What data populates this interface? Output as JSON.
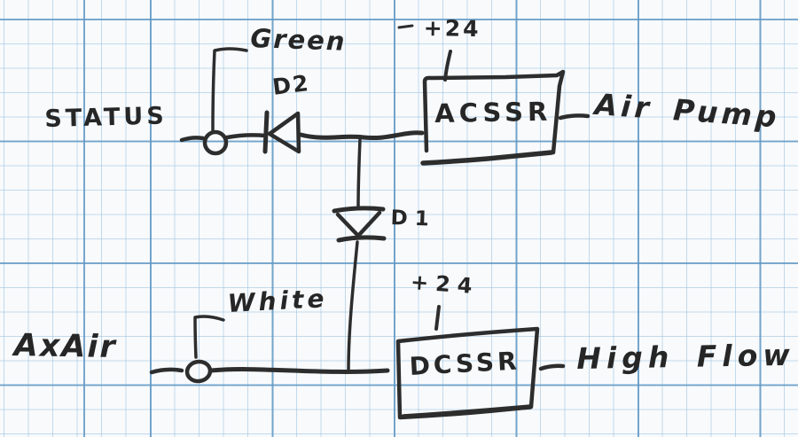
{
  "colors": {
    "ink": "#2d2d2d",
    "paper": "#f8fafc",
    "grid_minor": "#96bedc",
    "grid_major": "#6098c4"
  },
  "top_circuit": {
    "input_label": "STATUS",
    "wire_tag": "Green",
    "diode_label": "D2",
    "supply_label": "+24",
    "relay_label": "ACSSR",
    "load_label": "Air Pump"
  },
  "interstage": {
    "diode_label": "D1"
  },
  "bottom_circuit": {
    "input_label": "AxAir",
    "wire_tag": "White",
    "supply_label": "+24",
    "relay_label": "DCSSR",
    "load_label": "High Flow"
  }
}
